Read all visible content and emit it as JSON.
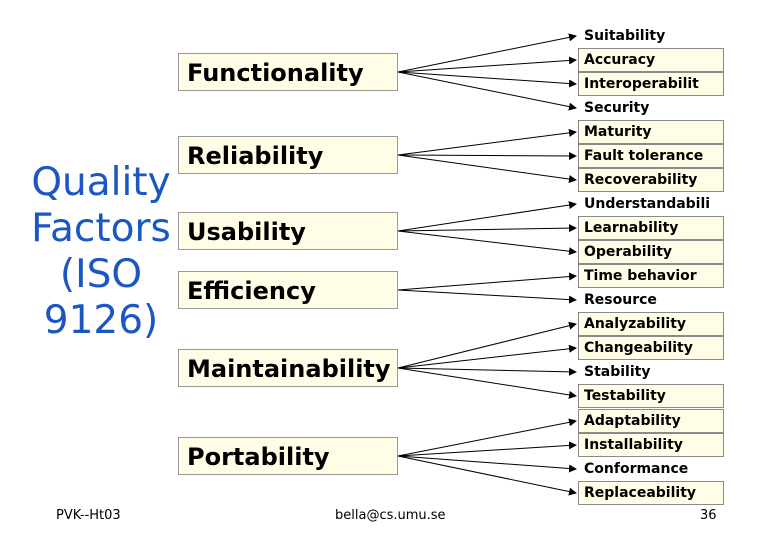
{
  "title": {
    "line1": "Quality",
    "line2": "Factors",
    "line3": "(ISO",
    "line4": "9126)"
  },
  "factors": [
    {
      "label": "Functionality",
      "subs": [
        "Suitability",
        "Accuracy",
        "Interoperabilit",
        "Security"
      ]
    },
    {
      "label": "Reliability",
      "subs": [
        "Maturity",
        "Fault tolerance",
        "Recoverability"
      ]
    },
    {
      "label": "Usability",
      "subs": [
        "Understandabili",
        "Learnability",
        "Operability"
      ]
    },
    {
      "label": "Efficiency",
      "subs": [
        "Time behavior",
        "Resource"
      ]
    },
    {
      "label": "Maintainability",
      "subs": [
        "Analyzability",
        "Changeability",
        "Stability",
        "Testability"
      ]
    },
    {
      "label": "Portability",
      "subs": [
        "Adaptability",
        "Installability",
        "Conformance",
        "Replaceability"
      ]
    }
  ],
  "footer": {
    "left": "PVK--Ht03",
    "center": "bella@cs.umu.se",
    "page": "36"
  }
}
